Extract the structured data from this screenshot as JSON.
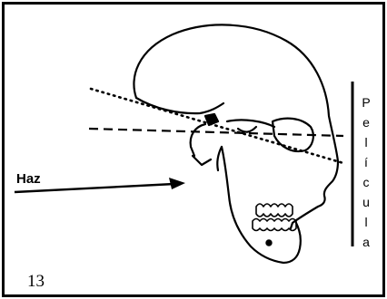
{
  "figure": {
    "beam_label": "Haz",
    "film_label": "Película",
    "film_letters": [
      "P",
      "e",
      "l",
      "í",
      "c",
      "u",
      "l",
      "a"
    ],
    "figure_number": "13"
  }
}
